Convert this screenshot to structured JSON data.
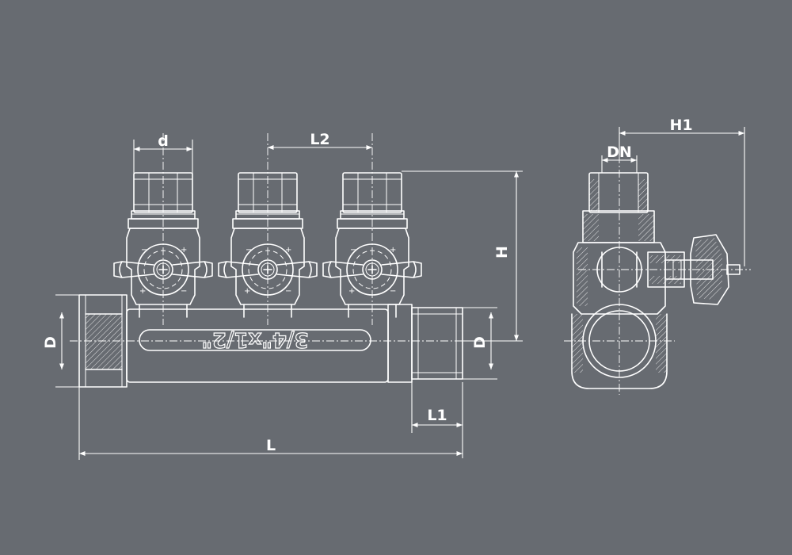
{
  "drawing": {
    "labels": {
      "d": "d",
      "l2": "L2",
      "h": "H",
      "d_left": "D",
      "d_right": "D",
      "l1": "L1",
      "l": "L",
      "h1": "H1",
      "dn": "DN"
    },
    "body_marking": "3/4\"x1/2\"",
    "outlets": 3,
    "colors": {
      "background": "#676b71",
      "line": "#ffffff"
    }
  }
}
